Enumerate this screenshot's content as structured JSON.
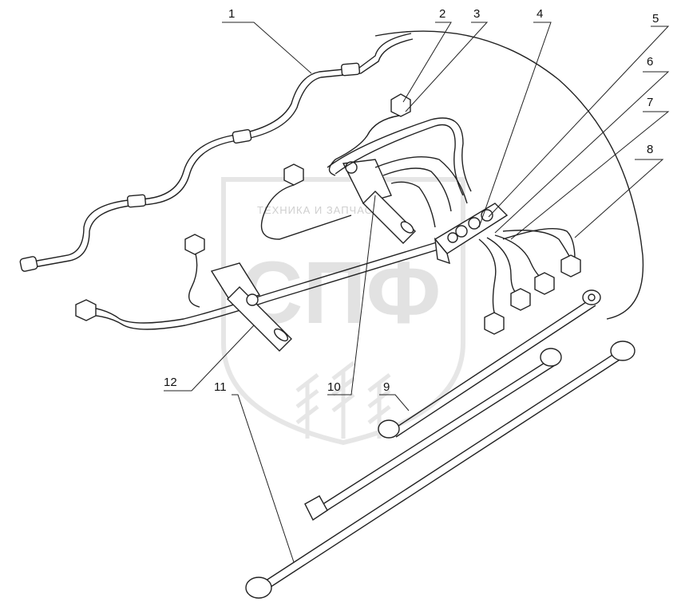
{
  "watermark": {
    "line1": "ТЕХНИКА И ЗАПЧАСТИ",
    "logo": "СПФ"
  },
  "callouts": [
    {
      "id": "1",
      "text": "1"
    },
    {
      "id": "2",
      "text": "2"
    },
    {
      "id": "3",
      "text": "3"
    },
    {
      "id": "4",
      "text": "4"
    },
    {
      "id": "5",
      "text": "5"
    },
    {
      "id": "6",
      "text": "6"
    },
    {
      "id": "7",
      "text": "7"
    },
    {
      "id": "8",
      "text": "8"
    },
    {
      "id": "9",
      "text": "9"
    },
    {
      "id": "10",
      "text": "10"
    },
    {
      "id": "11",
      "text": "11"
    },
    {
      "id": "12",
      "text": "12"
    }
  ]
}
